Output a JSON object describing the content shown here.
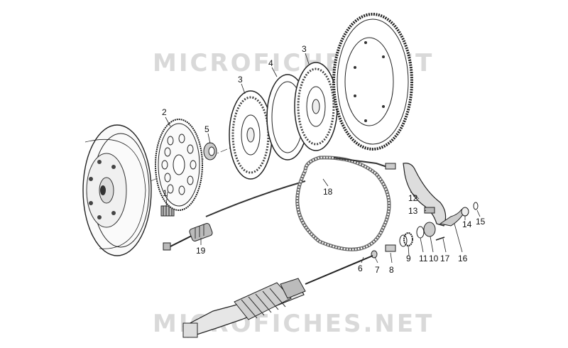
{
  "watermark_top": "MICROFICHES.NET",
  "watermark_bottom": "MICROFICHES.NET",
  "callouts": {
    "c1": "1",
    "c2": "2",
    "c3a": "3",
    "c3b": "3",
    "c4": "4",
    "c5": "5",
    "c6": "6",
    "c7": "7",
    "c8": "8",
    "c9": "9",
    "c10": "10",
    "c11": "11",
    "c12": "12",
    "c13": "13",
    "c14": "14",
    "c15": "15",
    "c16": "16",
    "c17": "17",
    "c18": "18",
    "c19": "19"
  }
}
